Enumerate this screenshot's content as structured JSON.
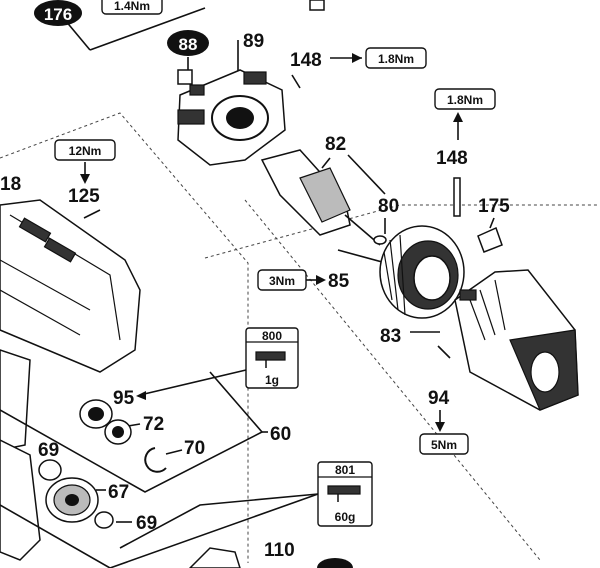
{
  "callouts": {
    "p176": "176",
    "p88": "88",
    "p89": "89",
    "p148a": "148",
    "p148b": "148",
    "p82": "82",
    "p80": "80",
    "p175": "175",
    "p118": "18",
    "p125": "125",
    "p85": "85",
    "p83": "83",
    "p94": "94",
    "p95": "95",
    "p72": "72",
    "p70": "70",
    "p60": "60",
    "p69a": "69",
    "p67": "67",
    "p69b": "69",
    "p110": "110"
  },
  "torques": {
    "t176": "1.4Nm",
    "t148a": "1.8Nm",
    "t148b": "1.8Nm",
    "t125": "12Nm",
    "t85": "3Nm",
    "t94": "5Nm"
  },
  "lubricants": {
    "l800_code": "800",
    "l800_qty": "1g",
    "l801_code": "801",
    "l801_qty": "60g"
  },
  "colors": {
    "ink": "#111111",
    "background": "#ffffff"
  }
}
